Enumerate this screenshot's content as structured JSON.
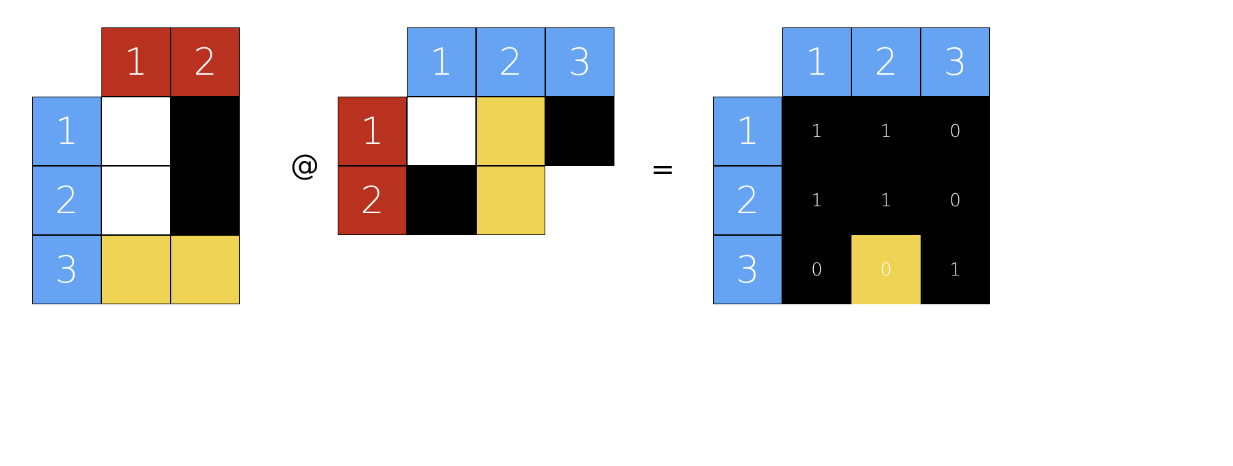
{
  "colors": {
    "blue": "#66a3f2",
    "red": "#b8321f",
    "yellow": "#eed354",
    "black": "#000000",
    "white": "#ffffff"
  },
  "operators": {
    "matmul": "@",
    "equals": "="
  },
  "matrix_a": {
    "col_headers": [
      "1",
      "2"
    ],
    "row_headers": [
      "1",
      "2",
      "3"
    ],
    "col_header_color": "red",
    "row_header_color": "blue",
    "cells": [
      [
        "white",
        "black"
      ],
      [
        "white",
        "black"
      ],
      [
        "yellow",
        "yellow"
      ]
    ]
  },
  "matrix_b": {
    "col_headers": [
      "1",
      "2",
      "3"
    ],
    "row_headers": [
      "1",
      "2"
    ],
    "col_header_color": "blue",
    "row_header_color": "red",
    "cells": [
      [
        "white",
        "yellow",
        "black"
      ],
      [
        "black",
        "yellow",
        null
      ]
    ]
  },
  "matrix_result": {
    "col_headers": [
      "1",
      "2",
      "3"
    ],
    "row_headers": [
      "1",
      "2",
      "3"
    ],
    "col_header_color": "blue",
    "row_header_color": "blue",
    "cells": [
      [
        "black",
        "black",
        "black"
      ],
      [
        "black",
        "black",
        "black"
      ],
      [
        "black",
        "yellow",
        "black"
      ]
    ],
    "values": [
      [
        "1",
        "1",
        "0"
      ],
      [
        "1",
        "1",
        "0"
      ],
      [
        "0",
        "0",
        "1"
      ]
    ]
  }
}
